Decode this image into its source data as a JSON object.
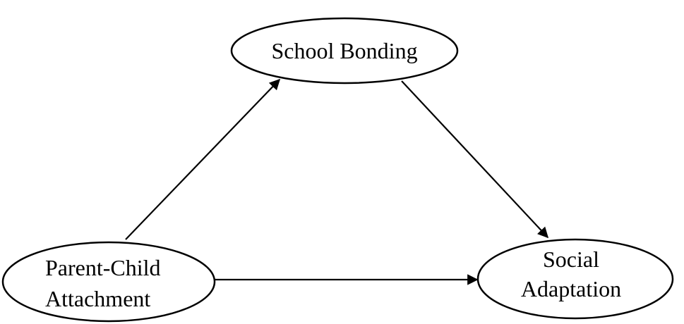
{
  "nodes": {
    "school_bonding": {
      "label": "School Bonding"
    },
    "parent_child": {
      "line1": "Parent-Child",
      "line2": "Attachment"
    },
    "social_adaptation": {
      "line1": "Social",
      "line2": "Adaptation"
    }
  },
  "colors": {
    "stroke": "#000000",
    "background": "#ffffff"
  }
}
